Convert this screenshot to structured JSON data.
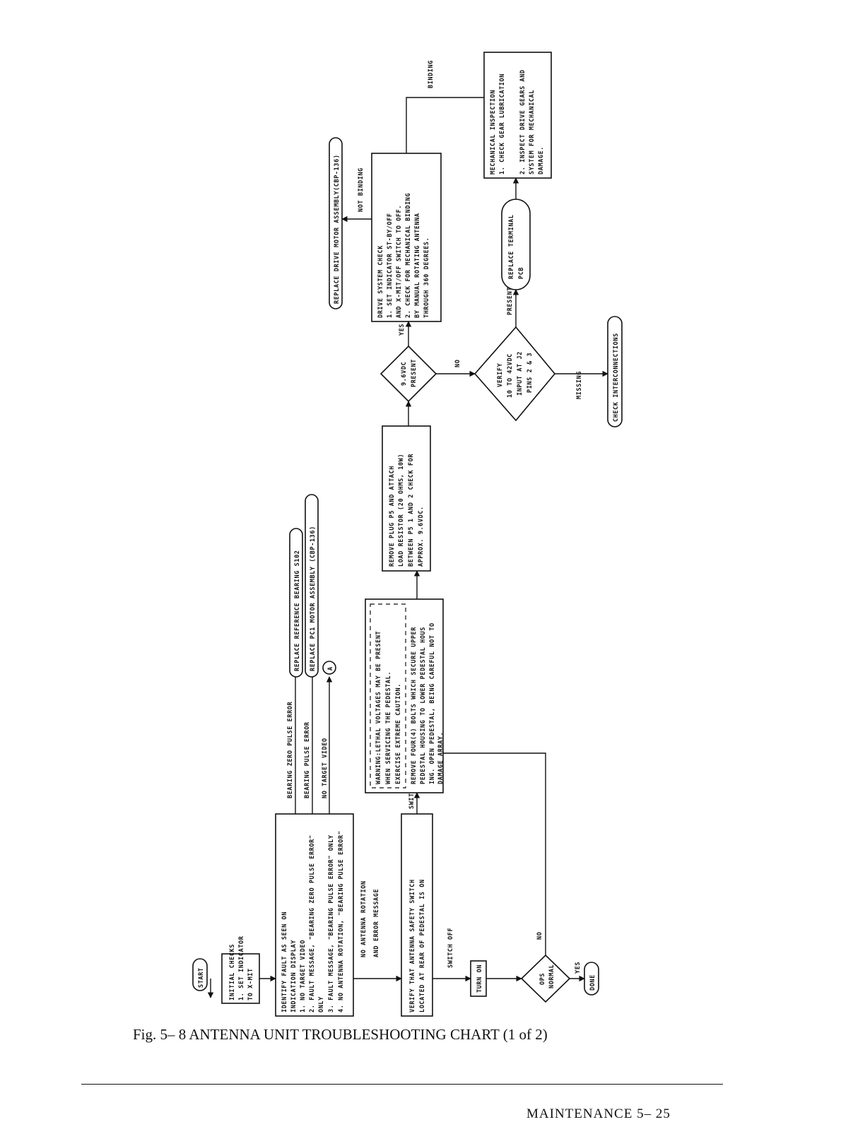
{
  "flowchart": {
    "start": "START",
    "initial_checks": [
      "INITIAL CHECKS",
      "1. SET INDICATOR",
      "   TO X-MIT"
    ],
    "identify_fault": [
      "IDENTIFY FAULT AS SEEN ON",
      "INDICATION DISPLAY",
      "1. NO TARGET VIDEO",
      "2. FAULT MESSAGE, \"BEARING ZERO PULSE ERROR\"",
      "   ONLY",
      "3. FAULT MESSAGE, \"BEARING PULSE ERROR\" ONLY",
      "4. NO ANTENNA ROTATION, \"BEARING PULSE ERROR\""
    ],
    "label_bearing_zero": "BEARING ZERO PULSE ERROR",
    "label_bearing_pulse": "BEARING PULSE ERROR",
    "label_no_target": "NO TARGET VIDEO",
    "replace_reference": "REPLACE REFERENCE BEARING S102",
    "replace_pc1": "REPLACE PC1 MOTOR ASSEMBLY (CBP-136)",
    "connector_a": "A",
    "label_no_rotation": [
      "NO ANTENNA ROTATION",
      "AND ERROR MESSAGE"
    ],
    "verify_safety": [
      "VERIFY THAT ANTENNA SAFETY SWITCH",
      "LOCATED AT REAR OF PEDESTAL IS ON"
    ],
    "label_switch_off": "SWITCH OFF",
    "turn_on": "TURN ON",
    "ops_normal": [
      "OPS",
      "NORMAL"
    ],
    "label_no_ops": "NO",
    "label_yes_ops": "YES",
    "done": "DONE",
    "label_switch_on": "SWITCH ON",
    "warning_lines": [
      "WARNING:LETHAL VOLTAGES MAY BE PRESENT",
      "        WHEN SERVICING THE PEDESTAL.",
      "        EXERCISE EXTREME CAUTION."
    ],
    "remove_bolts": [
      "REMOVE FOUR(4) BOLTS WHICH SECURE UPPER",
      "PEDESTAL HOUSING TO LOWER PEDESTAL HOUS",
      "ING. OPEN PEDESTAL, BEING CAREFUL NOT TO",
      "DAMAGE ARRAY."
    ],
    "remove_plug": [
      "REMOVE PLUG P5 AND ATTACH",
      "LOAD RESISTOR (20 OHMS, 10W)",
      "BETWEEN P5 1 AND 2 CHECK FOR",
      "APPROX. 9.6VDC."
    ],
    "vdc_present": [
      "9.6VDC",
      "PRESENT"
    ],
    "label_yes_vdc": "YES",
    "label_no_vdc": "NO",
    "drive_check": [
      "DRIVE SYSTEM CHECK",
      "1. SET INDICATOR ST-BY/OFF",
      "   AND X-MIT/OFF SWITCH TO OFF.",
      "2. CHECK FOR MECHANICAL BINDING",
      "   BY MANUAL ROTATING ANTENNA",
      "   THROUGH 360 DEGREES."
    ],
    "label_not_binding": "NOT BINDING",
    "replace_drive": "REPLACE DRIVE MOTOR ASSEMBLY(CBP-136)",
    "label_binding": "BINDING",
    "mechanical": [
      "MECHANICAL INSPECTION",
      "1. CHECK GEAR LUBRICATION",
      "",
      "2. INSPECT DRIVE GEARS AND",
      "   SYSTEM FOR MECHANICAL",
      "   DAMAGE."
    ],
    "verify_input": [
      "VERIFY",
      "10 TO 42VDC",
      "INPUT AT J2",
      "PINS 2 & 3"
    ],
    "label_present": "PRESENT",
    "replace_terminal": [
      "REPLACE TERMINAL",
      "PCB"
    ],
    "label_missing": "MISSING",
    "check_interconnections": "CHECK INTERCONNECTIONS"
  },
  "caption": "Fig. 5– 8   ANTENNA UNIT TROUBLESHOOTING CHART (1 of 2)",
  "footer": "MAINTENANCE   5– 25"
}
